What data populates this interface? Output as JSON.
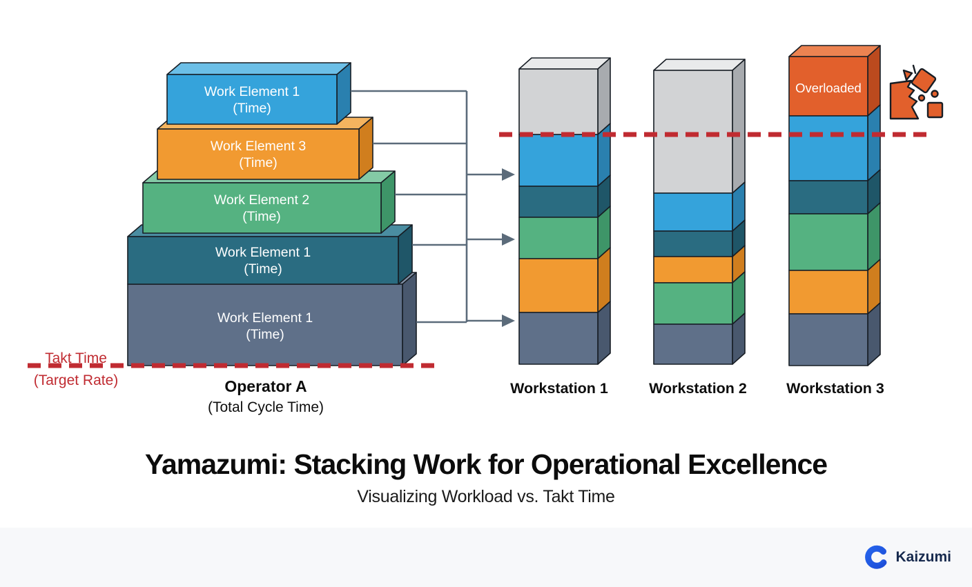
{
  "title": "Yamazumi: Stacking Work for Operational Excellence",
  "subtitle": "Visualizing Workload vs. Takt Time",
  "operator_stack": {
    "caption": "Operator A",
    "subcaption": "(Total Cycle Time)",
    "blocks": [
      {
        "label": "Work Element 1",
        "sublabel": "(Time)",
        "color": "blue"
      },
      {
        "label": "Work Element 3",
        "sublabel": "(Time)",
        "color": "orange"
      },
      {
        "label": "Work Element 2",
        "sublabel": "(Time)",
        "color": "green"
      },
      {
        "label": "Work Element 1",
        "sublabel": "(Time)",
        "color": "teal"
      },
      {
        "label": "Work Element 1",
        "sublabel": "(Time)",
        "color": "slate"
      }
    ]
  },
  "takt": {
    "label_line1": "Takt Time",
    "label_line2": "(Target Rate)"
  },
  "workstations": [
    {
      "label": "Workstation 1",
      "segments_bottom_to_top": [
        "slate",
        "orange",
        "green",
        "teal",
        "blue",
        "empty"
      ]
    },
    {
      "label": "Workstation 2",
      "segments_bottom_to_top": [
        "slate",
        "green",
        "orange",
        "teal",
        "blue",
        "empty"
      ]
    },
    {
      "label": "Workstation 3",
      "overload_label": "Overloaded",
      "segments_bottom_to_top": [
        "slate",
        "orange",
        "green",
        "teal",
        "blue",
        "overload"
      ]
    }
  ],
  "footer": {
    "brand": "Kaizumi"
  },
  "colors": {
    "blue": "#35a3db",
    "blue_top": "#6cbfe7",
    "blue_side": "#2a80af",
    "orange": "#f19a31",
    "orange_top": "#f5b45f",
    "orange_side": "#d07e1e",
    "green": "#55b281",
    "green_top": "#84caa6",
    "green_side": "#3e9568",
    "teal": "#2a6c81",
    "teal_top": "#4a8da1",
    "teal_side": "#1f5668",
    "slate": "#5f7089",
    "slate_top": "#8493a8",
    "slate_side": "#49586e",
    "gray": "#d2d3d5",
    "gray_top": "#e9eaeb",
    "gray_side": "#a8abaf",
    "overload": "#e2602c",
    "overload_top": "#ec8351",
    "overload_side": "#bb4a1e",
    "takt_red": "#c02b31",
    "connector": "#5b6b7a",
    "footer_bg": "#f7f8fa",
    "logo_blue": "#2563eb",
    "logo_blue_dark": "#1d4ed8",
    "logo_text": "#16294d"
  }
}
